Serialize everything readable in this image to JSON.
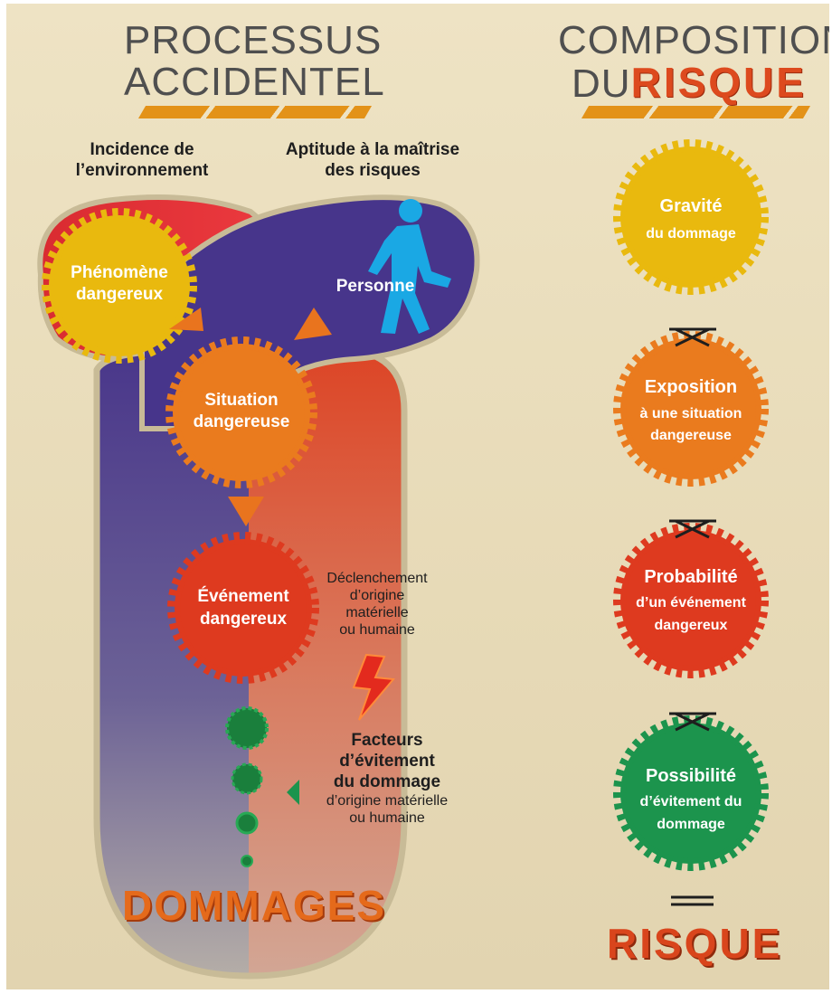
{
  "left_title": {
    "line1": "PROCESSUS",
    "line2": "ACCIDENTEL"
  },
  "right_title": {
    "line1": "COMPOSITION",
    "line2_prefix": "DU",
    "line2_accent": "RISQUE"
  },
  "labels": {
    "incidence": [
      "Incidence de",
      "l’environnement"
    ],
    "aptitude": [
      "Aptitude à la maîtrise",
      "des risques"
    ]
  },
  "process": {
    "phenomene": [
      "Phénomène",
      "dangereux"
    ],
    "personne": "Personne",
    "situation": [
      "Situation",
      "dangereuse"
    ],
    "evenement": [
      "Événement",
      "dangereux"
    ],
    "declenchement": [
      "Déclenchement",
      "d’origine",
      "matérielle",
      "ou humaine"
    ],
    "facteurs_title": [
      "Facteurs",
      "d’évitement",
      "du dommage"
    ],
    "facteurs_sub": [
      "d’origine matérielle",
      "ou humaine"
    ],
    "dommages": "DOMMAGES"
  },
  "composition": {
    "gravite": [
      "Gravité",
      "du dommage"
    ],
    "exposition": [
      "Exposition",
      "à une situation",
      "dangereuse"
    ],
    "probabilite": [
      "Probabilité",
      "d’un événement",
      "dangereux"
    ],
    "possibilite": [
      "Possibilité",
      "d’évitement du",
      "dommage"
    ],
    "result": "RISQUE"
  },
  "colors": {
    "yellow": "#e9b90e",
    "orange": "#ea7b1e",
    "red": "#de3a1f",
    "green": "#1c944d",
    "purple": "#4a3889",
    "accent": "#dd4a1e"
  }
}
